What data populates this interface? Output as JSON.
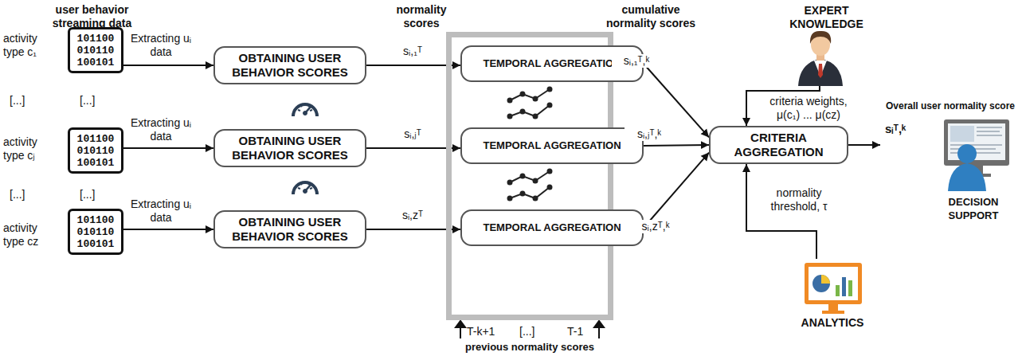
{
  "diagram": {
    "nodes": [
      {
        "text": [
          "101100 010110 100101"
        ]
      },
      {
        "text": [
          "OBTAINING USER BEHAVIOR SCORES"
        ]
      },
      {
        "text": [
          "101100 010110 100101"
        ]
      },
      {
        "text": [
          "OBTAINING USER BEHAVIOR SCORES"
        ]
      },
      {
        "text": [
          "101100 010110 100101"
        ]
      },
      {
        "text": [
          "OBTAINING USER BEHAVIOR SCORES"
        ]
      },
      {
        "text": [
          "previous normality scores"
        ]
      },
      {
        "text": [
          "TEMPORAL AGGREGATION"
        ],
        "in": 6
      },
      {
        "text": [
          "TEMPORAL AGGREGATION"
        ],
        "in": 6
      },
      {
        "text": [
          "TEMPORAL AGGREGATION"
        ],
        "in": 6
      },
      {
        "text": [
          "CRITERIA AGGREGATION"
        ]
      },
      {
        "text": [
          "EXPERT KNOWLEDGE"
        ]
      },
      {
        "text": [
          "ANALYTICS"
        ]
      },
      {
        "text": [
          "Overall user normality score",
          "sᵢᵀ,ᵏ",
          "DECISION SUPPORT"
        ]
      }
    ],
    "edges": [
      {
        "from": 0,
        "to": 1,
        "arrow": "to",
        "label": "Extracting uᵢ data"
      },
      {
        "from": 2,
        "to": 3,
        "arrow": "to",
        "label": "Extracting uᵢ data"
      },
      {
        "from": 4,
        "to": 5,
        "arrow": "to",
        "label": "Extracting uᵢ data"
      },
      {
        "from": 1,
        "to": 7,
        "arrow": "to",
        "label": "sᵢ,₁ᵀ"
      },
      {
        "from": 3,
        "to": 8,
        "arrow": "to",
        "label": "sᵢ,ⱼᵀ"
      },
      {
        "from": 5,
        "to": 9,
        "arrow": "to",
        "label": "sᵢ,zᵀ"
      },
      {
        "from": 7,
        "to": 10,
        "arrow": "to",
        "label": "sᵢ,₁ᵀ,ᵏ"
      },
      {
        "from": 8,
        "to": 10,
        "arrow": "to",
        "label": "sᵢ,ⱼᵀ,ᵏ"
      },
      {
        "from": 9,
        "to": 10,
        "arrow": "to",
        "label": "sᵢ,zᵀ,ᵏ"
      },
      {
        "from": 11,
        "to": 10,
        "arrow": "to",
        "label": "criteria weights, μ(c₁) ... μ(cz)"
      },
      {
        "from": 12,
        "to": 10,
        "arrow": "to",
        "label": "normality threshold, τ"
      },
      {
        "from": 10,
        "to": 13,
        "arrow": "to"
      }
    ],
    "labels": [
      "user behavior streaming data",
      "activity type c₁",
      "[...]",
      "[...]",
      "activity type cⱼ",
      "[...]",
      "[...]",
      "activity type cz",
      "normality scores",
      "cumulative normality scores",
      "T-k+1",
      "[...]",
      "T-1"
    ]
  }
}
